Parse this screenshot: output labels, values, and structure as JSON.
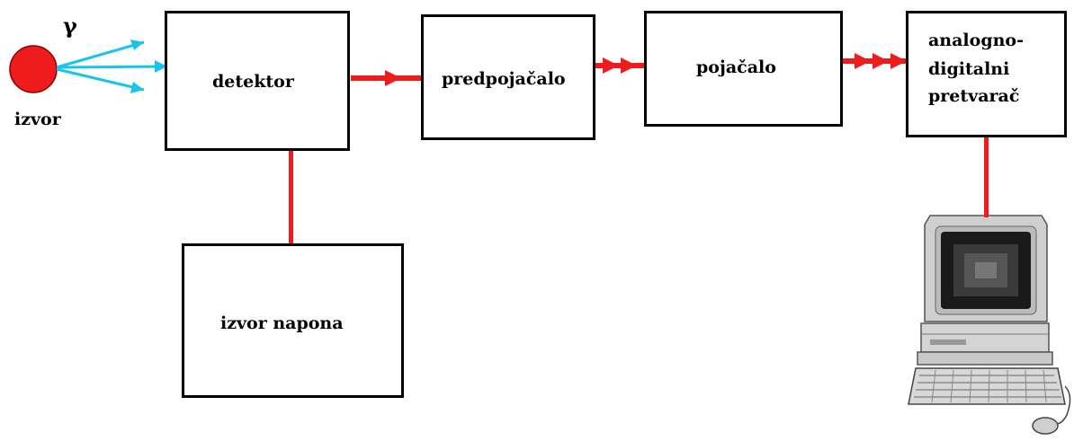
{
  "diagram": {
    "source": {
      "gamma_symbol": "γ",
      "label": "izvor",
      "color": "#ee1c1c"
    },
    "blocks": {
      "detector": "detektor",
      "preamplifier": "predpojačalo",
      "amplifier": "pojačalo",
      "adc_line1": "analogno-",
      "adc_line2": "digitalni",
      "adc_line3": "pretvarač",
      "power_supply": "izvor napona"
    },
    "colors": {
      "signal_line": "#ee1c1c",
      "gamma_rays": "#19c3f0",
      "block_border": "#000000"
    }
  }
}
